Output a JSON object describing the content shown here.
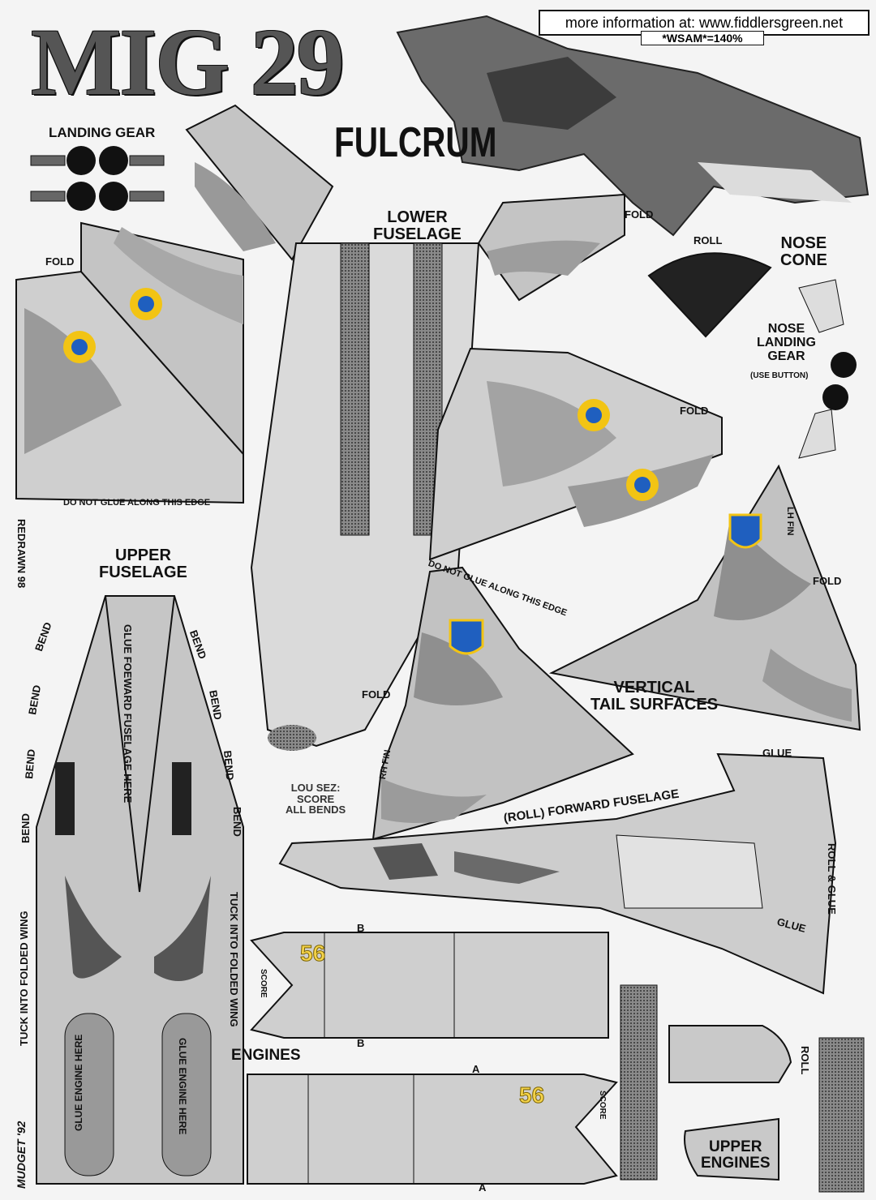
{
  "header": {
    "title": "MIG 29",
    "subtitle": "FULCRUM",
    "info": "more information at:  www.fiddlersgreen.net",
    "scale": "*WSAM*=140%"
  },
  "labels": {
    "landing_gear": "LANDING GEAR",
    "lower_fuselage_1": "LOWER",
    "lower_fuselage_2": "FUSELAGE",
    "fold": "FOLD",
    "roll": "ROLL",
    "nose_cone_1": "NOSE",
    "nose_cone_2": "CONE",
    "nose_landing_gear_1": "NOSE",
    "nose_landing_gear_2": "LANDING",
    "nose_landing_gear_3": "GEAR",
    "use_button": "(USE BUTTON)",
    "do_not_glue": "DO NOT GLUE ALONG THIS EDGE",
    "redrawn": "REDRAWN 98",
    "upper_fuselage_1": "UPPER",
    "upper_fuselage_2": "FUSELAGE",
    "bend": "BEND",
    "glue_forward_fuselage": "GLUE FOEWARD FUSELAGE HERE",
    "lh_fin": "LH FIN",
    "rh_fin": "RH FIN",
    "vertical_tail_1": "VERTICAL",
    "vertical_tail_2": "TAIL SURFACES",
    "lou_sez_1": "LOU SEZ:",
    "lou_sez_2": "SCORE",
    "lou_sez_3": "ALL BENDS",
    "glue": "GLUE",
    "roll_paren": "(ROLL)",
    "forward_fuselage": "FORWARD FUSELAGE",
    "roll_and_glue": "ROLL & GLUE",
    "tuck": "TUCK INTO FOLDED WING",
    "score": "SCORE",
    "engines": "ENGINES",
    "glue_engine_1": "GLUE ENGINE",
    "glue_engine_2": "HERE",
    "upper_engines_1": "UPPER",
    "upper_engines_2": "ENGINES",
    "mark_a": "A",
    "mark_b": "B",
    "number_56": "56",
    "signature": "MUDGET '92"
  },
  "colors": {
    "paper": "#f4f4f4",
    "camo_light": "#cfcfcf",
    "camo_mid": "#a9a9a9",
    "camo_dark": "#7d7d7d",
    "ink": "#111111",
    "roundel_blue": "#1f5fbf",
    "roundel_yellow": "#f2c414"
  }
}
